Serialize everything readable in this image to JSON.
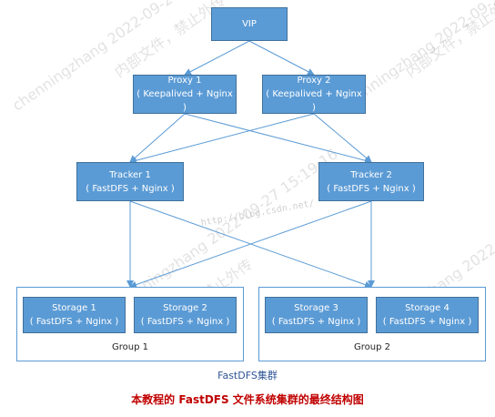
{
  "nodes": {
    "vip": {
      "line1": "VIP"
    },
    "proxy1": {
      "line1": "Proxy 1",
      "line2": "( Keepalived + Nginx )"
    },
    "proxy2": {
      "line1": "Proxy 2",
      "line2": "( Keepalived + Nginx )"
    },
    "tracker1": {
      "line1": "Tracker 1",
      "line2": "( FastDFS + Nginx )"
    },
    "tracker2": {
      "line1": "Tracker 2",
      "line2": "( FastDFS + Nginx )"
    },
    "storage1": {
      "line1": "Storage 1",
      "line2": "( FastDFS + Nginx )"
    },
    "storage2": {
      "line1": "Storage 2",
      "line2": "( FastDFS + Nginx )"
    },
    "storage3": {
      "line1": "Storage 3",
      "line2": "( FastDFS + Nginx )"
    },
    "storage4": {
      "line1": "Storage 4",
      "line2": "( FastDFS + Nginx )"
    }
  },
  "groups": {
    "group1": "Group 1",
    "group2": "Group 2"
  },
  "cluster_label": "FastDFS集群",
  "caption": "本教程的 FastDFS 文件系统集群的最终结构图",
  "watermarks": {
    "a": "chenningzhang 2022-09-27",
    "b": "内部文件，禁止外传",
    "c": "http://blog.csdn.net/",
    "d": "chenningzhang 2022-09-27 15:19:16"
  },
  "colors": {
    "box": "#5b9bd5",
    "line": "#5b9bd5",
    "caption": "#c00000",
    "cluster": "#2f5597"
  }
}
